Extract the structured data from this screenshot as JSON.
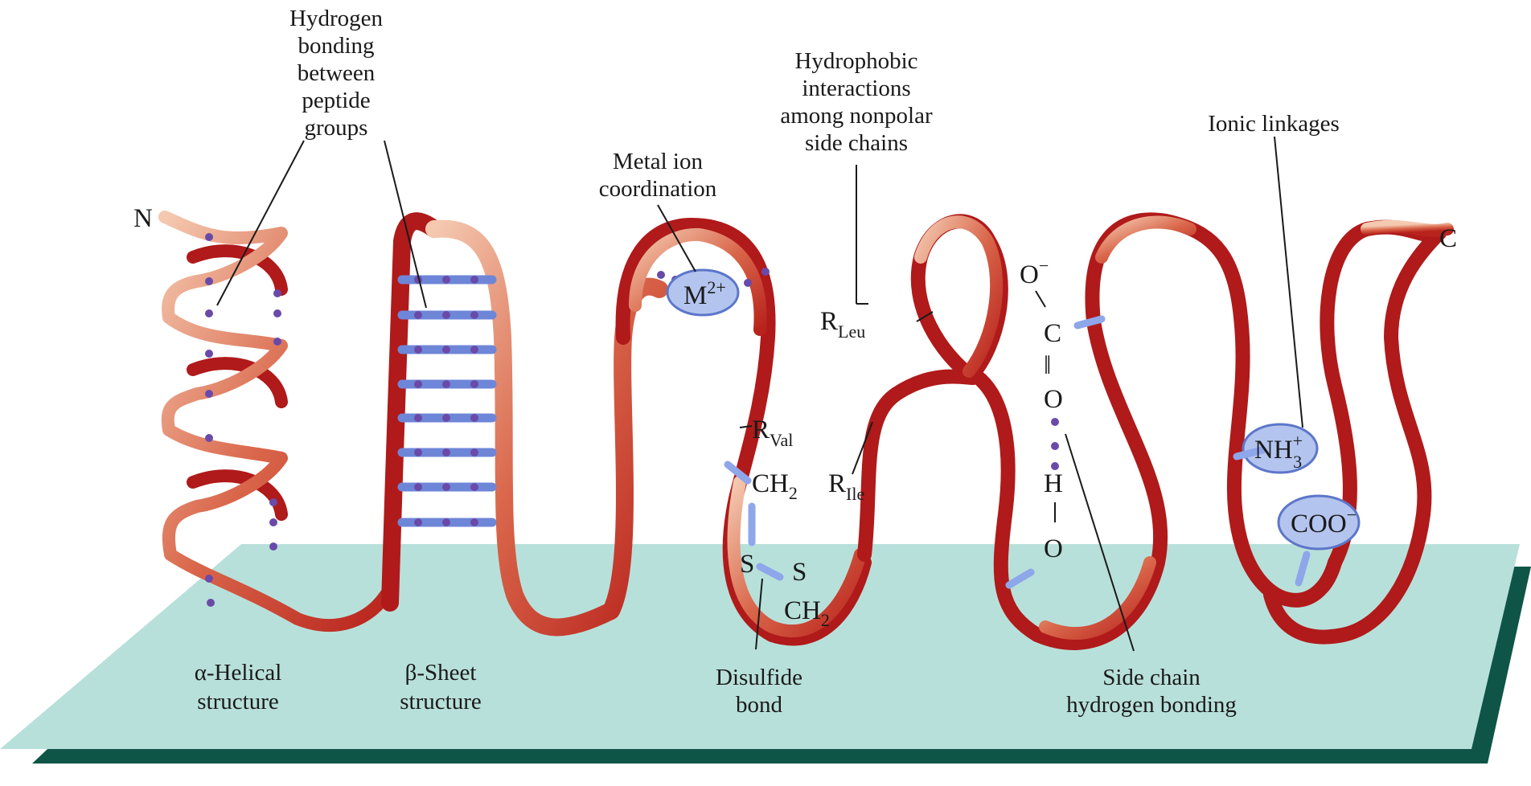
{
  "colors": {
    "floor_top": "#b8e0da",
    "floor_edge": "#0e5548",
    "ribbon_dark": "#b01a1a",
    "ribbon_light": "#f2c2a8",
    "bond_bar": "#6e86d8",
    "dot": "#6a4aa8",
    "ion_fill": "#b3c4ef"
  },
  "terminals": {
    "n": "N",
    "c": "C"
  },
  "labels": {
    "hbond_peptide": [
      "Hydrogen",
      "bonding",
      "between",
      "peptide",
      "groups"
    ],
    "metal_ion": [
      "Metal ion",
      "coordination"
    ],
    "hydrophobic": [
      "Hydrophobic",
      "interactions",
      "among nonpolar",
      "side chains"
    ],
    "ionic": "Ionic linkages",
    "alpha_helix": [
      "α-Helical",
      "structure"
    ],
    "beta_sheet": [
      "β-Sheet",
      "structure"
    ],
    "disulfide": [
      "Disulfide",
      "bond"
    ],
    "side_chain_hbond": [
      "Side chain",
      "hydrogen bonding"
    ]
  },
  "chem": {
    "metal_base": "M",
    "metal_charge": "2+",
    "r_base": "R",
    "r_leu": "Leu",
    "r_val": "Val",
    "r_ile": "Ile",
    "ch2_base": "CH",
    "ch2_sub": "2",
    "sulfur": "S",
    "o_minus_base": "O",
    "minus": "−",
    "carbon": "C",
    "double_bond": "‖",
    "oxygen": "O",
    "hydrogen": "H",
    "nh3_base": "NH",
    "nh3_sup": "+",
    "nh3_sub": "3",
    "coo_base": "COO",
    "coo_sup": "−"
  }
}
